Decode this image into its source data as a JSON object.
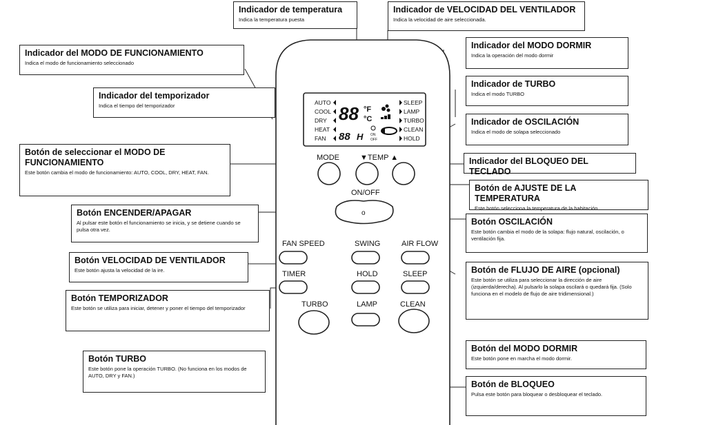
{
  "remote": {
    "lcd": {
      "modes": [
        "AUTO",
        "COOL",
        "DRY",
        "HEAT",
        "FAN"
      ],
      "right_modes": [
        "SLEEP",
        "LAMP",
        "TURBO",
        "CLEAN",
        "HOLD"
      ],
      "temp_digits": "88",
      "temp_unit_f": "°F",
      "temp_unit_c": "°C",
      "timer_digits": "88",
      "timer_unit": "H",
      "timer_on": "ON",
      "timer_off": "OFF"
    },
    "buttons": {
      "mode": "MODE",
      "temp": "▼TEMP ▲",
      "onoff": "ON/OFF",
      "onoff_mark": "o",
      "fan_speed": "FAN SPEED",
      "swing": "SWING",
      "air_flow": "AIR FLOW",
      "timer": "TIMER",
      "hold": "HOLD",
      "sleep": "SLEEP",
      "turbo": "TURBO",
      "lamp": "LAMP",
      "clean": "CLEAN"
    }
  },
  "callouts": {
    "temp_indicator": {
      "title": "Indicador de temperatura",
      "desc": "Indica la temperatura puesta"
    },
    "fan_speed_indicator": {
      "title": "Indicador de VELOCIDAD DEL VENTILADOR",
      "desc": "Indica la velocidad de aire seleccionada."
    },
    "mode_indicator": {
      "title": "Indicador del MODO DE FUNCIONAMIENTO",
      "desc": "Indica el modo de funcionamiento seleccionado"
    },
    "sleep_indicator": {
      "title": "Indicador del MODO DORMIR",
      "desc": "Indica la operación del modo dormir"
    },
    "timer_indicator": {
      "title": "Indicador del temporizador",
      "desc": "Indica el tiempo del temporizador"
    },
    "turbo_indicator": {
      "title": "Indicador de TURBO",
      "desc": "Indica el modo TURBO"
    },
    "swing_indicator": {
      "title": "Indicador de OSCILACIÓN",
      "desc": "Indica el modo de solapa seleccionado"
    },
    "mode_button": {
      "title": "Botón de seleccionar el MODO DE FUNCIONAMIENTO",
      "desc": "Este botón cambia el modo de funcionamiento: AUTO, COOL, DRY, HEAT, FAN."
    },
    "lock_indicator": {
      "title": "Indicador del BLOQUEO DEL TECLADO",
      "desc": ""
    },
    "temp_button": {
      "title": "Botón de AJUSTE DE LA TEMPERATURA",
      "desc": "Este botón selecciona la temperatura de la habitación"
    },
    "onoff_button": {
      "title": "Botón ENCENDER/APAGAR",
      "desc": "Al pulsar este botón el funcionamiento se inicia, y se detiene cuando se pulsa otra vez."
    },
    "swing_button": {
      "title": "Botón OSCILACIÓN",
      "desc": "Este botón cambia el modo de la solapa: flujo natural, oscilación, o ventilación fija."
    },
    "fan_button": {
      "title": "Botón VELOCIDAD DE VENTILADOR",
      "desc": "Este botón ajusta la velocidad de la ire."
    },
    "airflow_button": {
      "title": "Botón de FLUJO DE AIRE (opcional)",
      "desc": "Este botón se utiliza para seleccionar la dirección de aire (izquierda/derecha). Al pulsarlo la solapa oscilará o quedará fija. (Solo funciona en el modelo de flujo de aire tridimensional.)"
    },
    "timer_button": {
      "title": "Botón TEMPORIZADOR",
      "desc": "Este botón se utiliza para iniciar, detener y poner el tiempo del temporizador"
    },
    "sleep_button": {
      "title": "Botón del MODO DORMIR",
      "desc": "Este botón pone en marcha el modo dormir."
    },
    "turbo_button": {
      "title": "Botón TURBO",
      "desc": "Este botón pone la operación TURBO. (No funciona en los modos de AUTO, DRY y FAN.)"
    },
    "lock_button": {
      "title": "Botón de BLOQUEO",
      "desc": "Pulsa este botón para bloquear o desbloquear el teclado."
    }
  }
}
